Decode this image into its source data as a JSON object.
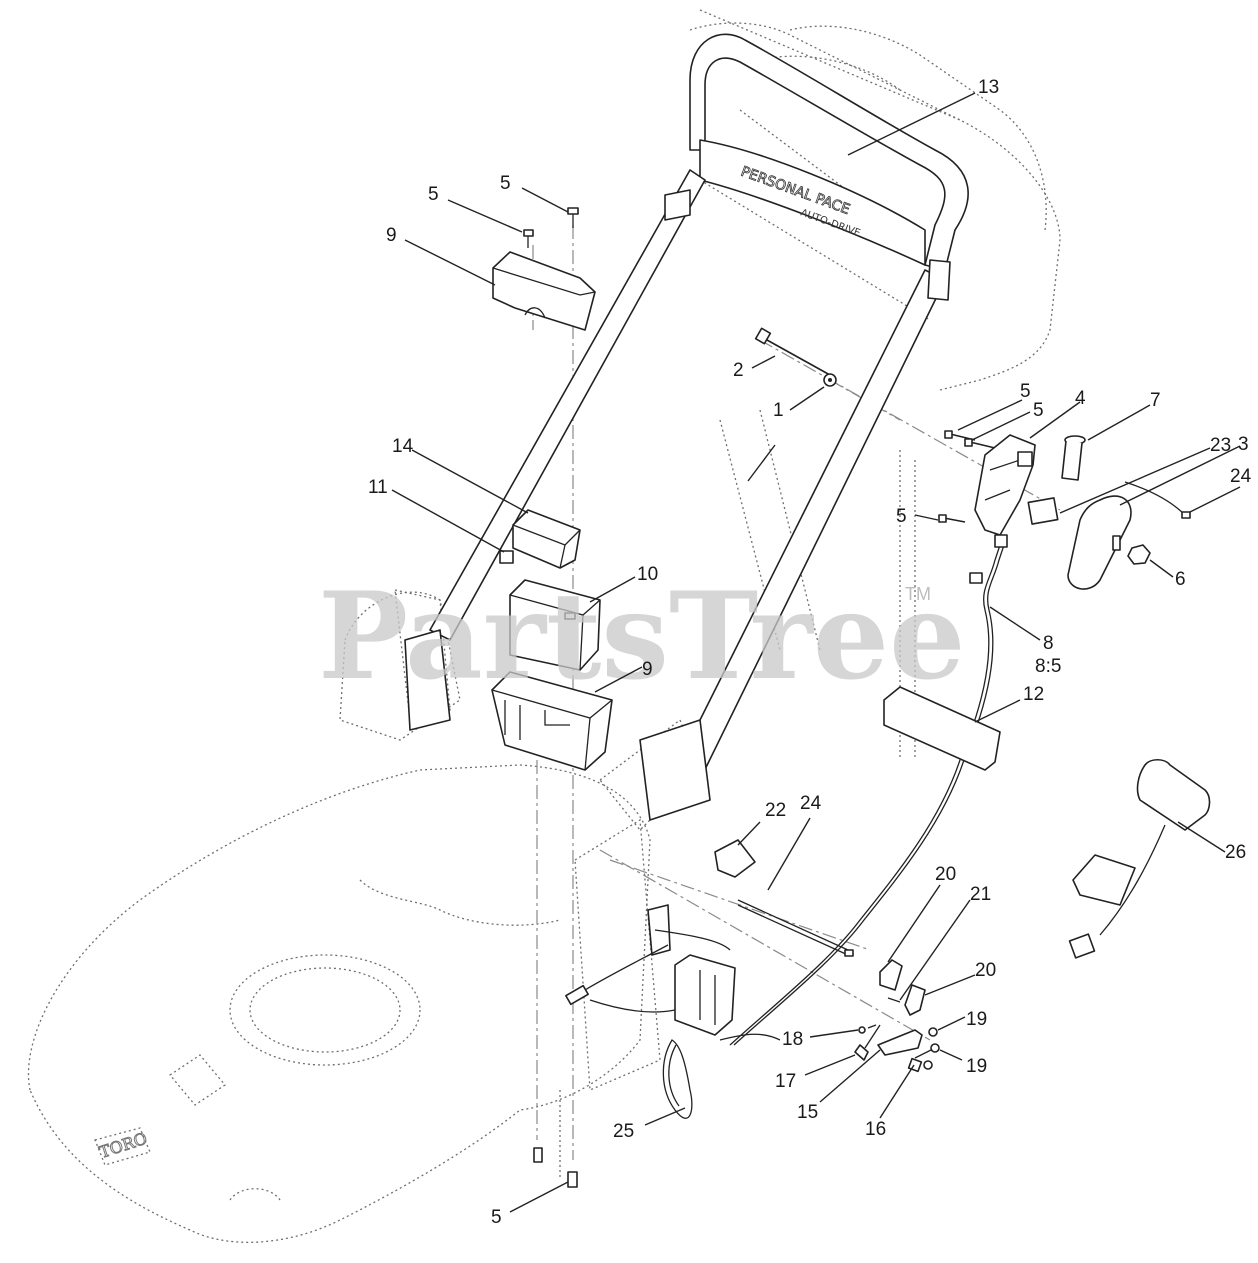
{
  "watermark": {
    "text": "PartsTree",
    "trademark": "TM"
  },
  "decal_text": {
    "handle_line1": "PERSONAL PACE",
    "handle_line2": "AUTO-DRIVE",
    "deck_logo": "TORO"
  },
  "callouts": [
    {
      "id": "c13",
      "label": "13"
    },
    {
      "id": "c5a",
      "label": "5"
    },
    {
      "id": "c5b",
      "label": "5"
    },
    {
      "id": "c9a",
      "label": "9"
    },
    {
      "id": "c2",
      "label": "2"
    },
    {
      "id": "c1",
      "label": "1"
    },
    {
      "id": "c5c",
      "label": "5"
    },
    {
      "id": "c5d",
      "label": "5"
    },
    {
      "id": "c4",
      "label": "4"
    },
    {
      "id": "c7",
      "label": "7"
    },
    {
      "id": "c23",
      "label": "23"
    },
    {
      "id": "c3",
      "label": "3"
    },
    {
      "id": "c24a",
      "label": "24"
    },
    {
      "id": "c5e",
      "label": "5"
    },
    {
      "id": "c6",
      "label": "6"
    },
    {
      "id": "c14",
      "label": "14"
    },
    {
      "id": "c11",
      "label": "11"
    },
    {
      "id": "c10",
      "label": "10"
    },
    {
      "id": "c9b",
      "label": "9"
    },
    {
      "id": "c8",
      "label": "8"
    },
    {
      "id": "c8_5",
      "label": "8:5"
    },
    {
      "id": "c12",
      "label": "12"
    },
    {
      "id": "c22",
      "label": "22"
    },
    {
      "id": "c24b",
      "label": "24"
    },
    {
      "id": "c26",
      "label": "26"
    },
    {
      "id": "c20a",
      "label": "20"
    },
    {
      "id": "c21",
      "label": "21"
    },
    {
      "id": "c20b",
      "label": "20"
    },
    {
      "id": "c18",
      "label": "18"
    },
    {
      "id": "c19a",
      "label": "19"
    },
    {
      "id": "c17",
      "label": "17"
    },
    {
      "id": "c19b",
      "label": "19"
    },
    {
      "id": "c15",
      "label": "15"
    },
    {
      "id": "c16",
      "label": "16"
    },
    {
      "id": "c25",
      "label": "25"
    },
    {
      "id": "c5f",
      "label": "5"
    }
  ]
}
